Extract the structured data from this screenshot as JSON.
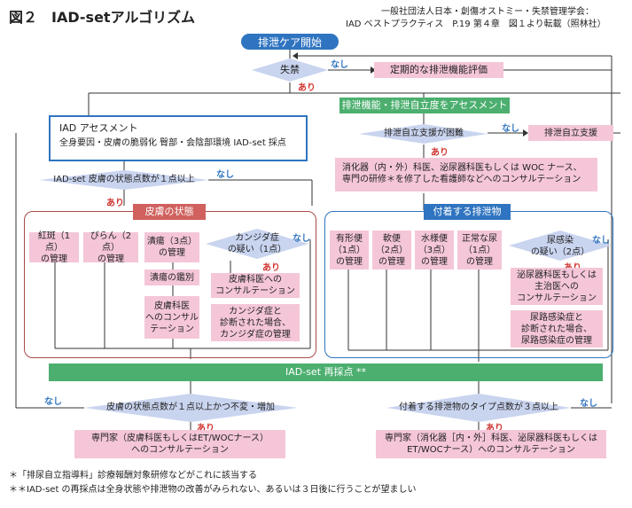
{
  "header": {
    "title": "図２　IAD-setアルゴリズム",
    "source_line1": "一般社団法人日本・創傷オストミー・失禁管理学会：",
    "source_line2": "IAD ベストプラクティス　P.19 第４章　図１より転載（照林社）"
  },
  "labels": {
    "yes": "あり",
    "no": "なし"
  },
  "start": "排泄ケア開始",
  "incontinence": "失禁",
  "regular_eval": "定期的な排泄機能評価",
  "assess_excretion": "排泄機能・排泄自立度をアセスメント",
  "difficult": "排泄自立支援が困難",
  "support": "排泄自立支援",
  "consult_specialists": "消化器（内・外）科医、泌尿器科医もしくは WOC ナース、\n専門の研修＊を修了した看護師などへのコンサルテーション",
  "iad_assess": {
    "title": "IAD アセスメント",
    "body": "全身要因・皮膚の脆弱化 臀部・会陰部環境 IAD-set 採点"
  },
  "skin_score_q": "IAD-set 皮膚の状態点数が１点以上",
  "skin_panel": {
    "title": "皮膚の状態",
    "items": [
      "紅斑（1点）\nの管理",
      "びらん（2点）\nの管理",
      "潰瘍（3点）\nの管理"
    ],
    "ulcer_sub1": "潰瘍の鑑別",
    "ulcer_sub2": "皮膚科医\nへのコンサル\nテーション",
    "candida_q": "カンジダ症\nの疑い（1点）",
    "candida_consult": "皮膚科医への\nコンサルテーション",
    "candida_manage": "カンジダ症と\n診断された場合、\nカンジダ症の管理"
  },
  "excreta_panel": {
    "title": "付着する排泄物",
    "items": [
      "有形便\n（1点）\nの管理",
      "軟便\n（2点）\nの管理",
      "水様便\n（3点）\nの管理",
      "正常な尿\n（1点）\nの管理"
    ],
    "uti_q": "尿感染\nの疑い（2点）",
    "uti_consult": "泌尿器科医もしくは\n主治医への\nコンサルテーション",
    "uti_manage": "尿路感染症と\n診断された場合、\n尿路感染症の管理"
  },
  "rescore": "IAD-set 再採点 **",
  "bottom_left_q": "皮膚の状態点数が１点以上かつ不変・増加",
  "bottom_left_result": "専門家（皮膚科医もしくはET/WOCナース）\nへのコンサルテーション",
  "bottom_right_q": "付着する排泄物のタイプ点数が３点以上",
  "bottom_right_result": "専門家（消化器［内・外］科医、泌尿器科医もしくは\nET/WOCナース）へのコンサルテーション",
  "footnotes": [
    "＊「排尿自立指導料」診療報酬対象研修などがこれに該当する",
    "＊＊IAD-set の再採点は全身状態や排泄物の改善がみられない、あるいは３日後に行うことが望ましい"
  ],
  "colors": {
    "pink": "#f4c6d8",
    "blue": "#2f74c0",
    "green": "#4caf6f",
    "diamond": "#c9d4ef",
    "red_border": "#a84a48"
  }
}
